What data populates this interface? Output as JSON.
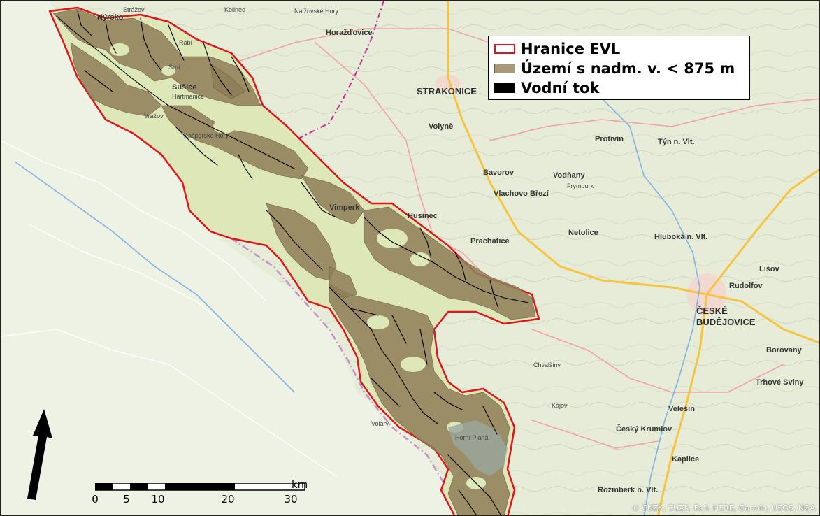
{
  "legend": {
    "items": [
      {
        "label": "Hranice EVL",
        "swatch_fill": "#ffffff",
        "swatch_border": "#e0141b"
      },
      {
        "label": "Území s nadm. v. < 875 m",
        "swatch_fill": "#a89a78",
        "swatch_border": "#6b6048"
      },
      {
        "label": "Vodní tok",
        "swatch_fill": "#000000",
        "swatch_border": "#000000"
      }
    ]
  },
  "scalebar": {
    "ticks": [
      "0",
      "5",
      "10",
      "20",
      "30"
    ],
    "unit": "km"
  },
  "attribution": "© ČÚZK, CUZK, Esri, HERE, Garmin, USGS, NGA",
  "colors": {
    "base_map": "#e6ecd7",
    "evl_area_fill": "#dde7b8",
    "evl_border": "#e0141b",
    "lowland_fill": "#8f7d57",
    "stream": "#000000"
  },
  "place_labels": [
    {
      "text": "Nýrsko",
      "size": "med"
    },
    {
      "text": "Strážov",
      "size": "sm"
    },
    {
      "text": "Kolinec",
      "size": "sm"
    },
    {
      "text": "Nalžovské Hory",
      "size": "sm"
    },
    {
      "text": "Horažďovice",
      "size": "med"
    },
    {
      "text": "Rabí",
      "size": "sm"
    },
    {
      "text": "Sušice",
      "size": "med"
    },
    {
      "text": "STRAKONICE",
      "size": "big"
    },
    {
      "text": "Hartmanice",
      "size": "sm"
    },
    {
      "text": "Kašperské Hory",
      "size": "sm"
    },
    {
      "text": "Volyně",
      "size": "med"
    },
    {
      "text": "Protivín",
      "size": "med"
    },
    {
      "text": "Týn n. Vlt.",
      "size": "med"
    },
    {
      "text": "Bavorov",
      "size": "med"
    },
    {
      "text": "Vodňany",
      "size": "med"
    },
    {
      "text": "Vlachovo Březí",
      "size": "med"
    },
    {
      "text": "Vimperk",
      "size": "med"
    },
    {
      "text": "Husinec",
      "size": "med"
    },
    {
      "text": "Netolice",
      "size": "med"
    },
    {
      "text": "Prachatice",
      "size": "med"
    },
    {
      "text": "Hluboká n. Vlt.",
      "size": "med"
    },
    {
      "text": "Lišov",
      "size": "med"
    },
    {
      "text": "Rudolfov",
      "size": "med"
    },
    {
      "text": "ČESKÉ",
      "size": "big"
    },
    {
      "text": "BUDĚJOVICE",
      "size": "big"
    },
    {
      "text": "Borovany",
      "size": "med"
    },
    {
      "text": "Trhové Sviny",
      "size": "med"
    },
    {
      "text": "Český Krumlov",
      "size": "med"
    },
    {
      "text": "Velešín",
      "size": "med"
    },
    {
      "text": "Kaplice",
      "size": "med"
    },
    {
      "text": "Rožmberk n. Vlt.",
      "size": "med"
    },
    {
      "text": "Frymburk",
      "size": "sm"
    },
    {
      "text": "Horní Planá",
      "size": "sm"
    },
    {
      "text": "Volary",
      "size": "sm"
    },
    {
      "text": "Kájov",
      "size": "sm"
    },
    {
      "text": "Chvalšiny",
      "size": "sm"
    },
    {
      "text": "Srní",
      "size": "sm"
    },
    {
      "text": "Vrážov",
      "size": "sm"
    }
  ]
}
